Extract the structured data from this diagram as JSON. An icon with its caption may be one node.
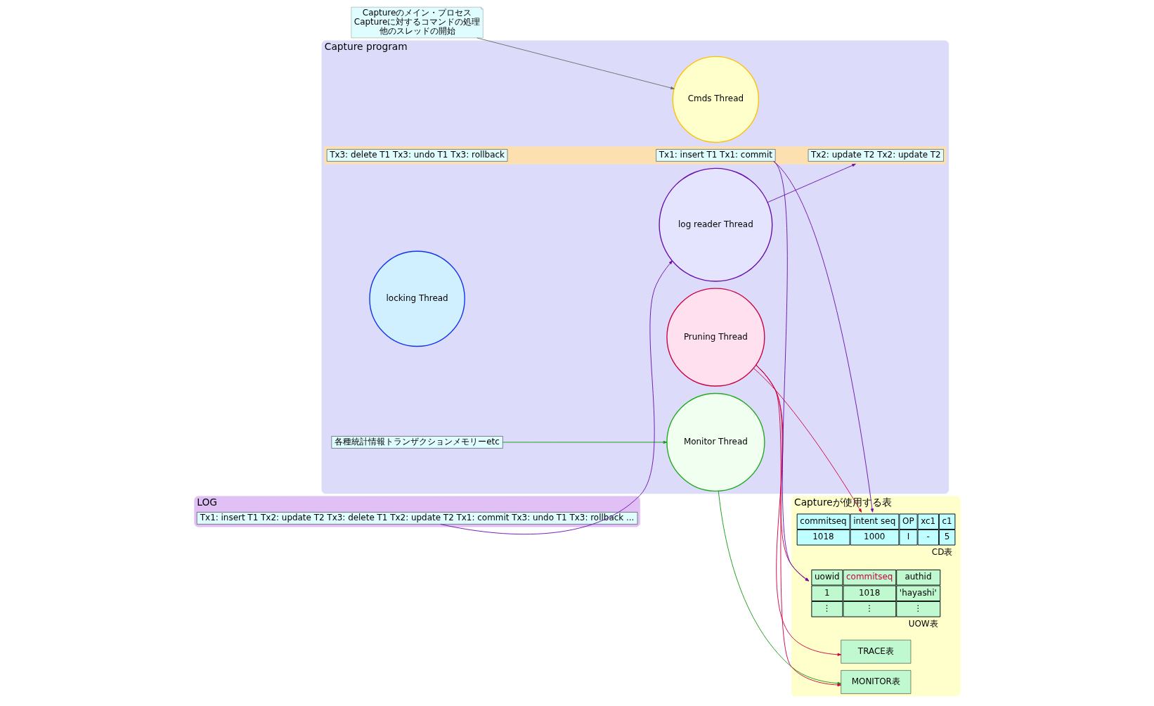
{
  "diagram": {
    "nodes": [
      {
        "text": [
          "Captureのメイン・プロセス",
          "Captureに対するコマンドの処理",
          "他のスレッドの開始"
        ]
      },
      {
        "text": [
          "Capture program"
        ]
      },
      {
        "text": [
          "各種統計情報トランザクションメモリーetc"
        ],
        "in": 1
      },
      {
        "text": [
          "Cmds Thread"
        ],
        "in": 1
      },
      {
        "text": [
          "Monitor Thread"
        ],
        "in": 1
      },
      {
        "text": [
          "locking Thread"
        ],
        "in": 1
      },
      {
        "text": [
          "Pruning Thread"
        ],
        "in": 1
      },
      {
        "text": [
          "log reader Thread"
        ],
        "in": 1
      },
      {
        "text": [],
        "shape": "box",
        "in": 1
      },
      {
        "text": [
          "Tx2: update T2 Tx2: update T2"
        ],
        "in": 8
      },
      {
        "text": [
          "Tx3: delete T1 Tx3: undo T1 Tx3: rollback"
        ],
        "in": 8
      },
      {
        "text": [
          "Tx1: insert T1 Tx1: commit"
        ],
        "in": 8
      },
      {
        "text": [
          "LOG"
        ]
      },
      {
        "text": [
          "Tx1: insert T1 Tx2: update T2 Tx3: delete T1 Tx2: update T2 Tx1: commit Tx3: undo T1 Tx3: rollback ..."
        ],
        "in": 12
      },
      {
        "text": [
          "Captureが使用する表"
        ]
      },
      {
        "text": [
          "MONITOR表"
        ],
        "in": 14
      },
      {
        "text": [
          "TRACE表"
        ],
        "in": 14
      },
      {
        "text": [
          "uowid",
          "commitseq",
          "authid",
          "1",
          "1018",
          "'hayashi'",
          "⋮",
          "⋮",
          "⋮"
        ],
        "beside": [
          "UOW表"
        ],
        "in": 14
      },
      {
        "text": [
          "commitseq",
          "intent seq",
          "OP",
          "xc1",
          "c1",
          "1018",
          "1000",
          "I",
          "-",
          "5"
        ],
        "beside": [
          "CD表"
        ],
        "in": 14
      }
    ],
    "edges": [
      {
        "from": 0,
        "to": 3,
        "arrow": "to",
        "color": "#6b6b6b"
      },
      {
        "from": 2,
        "to": 4,
        "arrow": "to",
        "color": "#119911"
      },
      {
        "from": 4,
        "to": 15,
        "arrow": "to",
        "color": "#119911"
      },
      {
        "from": 6,
        "to": 15,
        "arrow": "to",
        "color": "#cc0044"
      },
      {
        "from": 6,
        "to": 16,
        "arrow": "to",
        "color": "#cc0044"
      },
      {
        "from": 6,
        "to": 17,
        "arrow": "to",
        "color": "#cc0044"
      },
      {
        "from": 6,
        "to": 18,
        "arrow": "to",
        "color": "#cc0044"
      },
      {
        "from": 13,
        "to": 7,
        "arrow": "to",
        "color": "#6a0dad"
      },
      {
        "from": 7,
        "to": 8,
        "arrow": "to",
        "color": "#6a0dad"
      },
      {
        "from": 11,
        "to": 17,
        "arrow": "to",
        "color": "#6a0dad"
      },
      {
        "from": 11,
        "to": 18,
        "arrow": "to",
        "color": "#6a0dad"
      }
    ]
  }
}
